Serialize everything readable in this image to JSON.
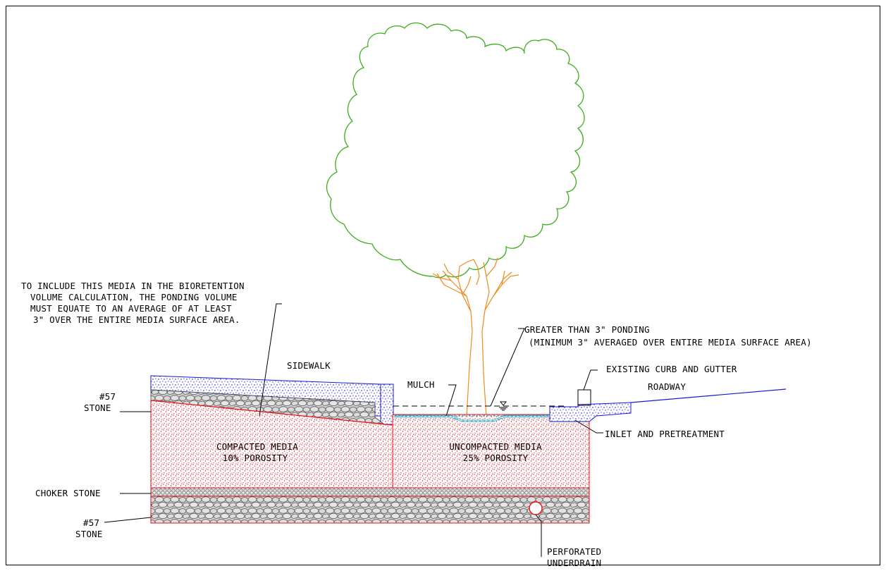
{
  "diagram": {
    "notes": {
      "media_note": [
        "TO INCLUDE THIS MEDIA IN THE BIORETENTION",
        "VOLUME CALCULATION, THE PONDING VOLUME",
        "MUST EQUATE TO AN AVERAGE OF AT LEAST",
        "3\" OVER THE ENTIRE MEDIA SURFACE AREA."
      ],
      "ponding": [
        "GREATER THAN 3\" PONDING",
        "(MINIMUM 3\" AVERAGED OVER ENTIRE MEDIA SURFACE AREA)"
      ]
    },
    "labels": {
      "sidewalk": "SIDEWALK",
      "mulch": "MULCH",
      "existing_curb": "EXISTING CURB AND GUTTER",
      "roadway": "ROADWAY",
      "inlet": "INLET AND PRETREATMENT",
      "stone_top": [
        "#57",
        "STONE"
      ],
      "stone_bottom": [
        "#57",
        "STONE"
      ],
      "choker": "CHOKER STONE",
      "compacted": [
        "COMPACTED MEDIA",
        "10% POROSITY"
      ],
      "uncompacted": [
        "UNCOMPACTED MEDIA",
        "25% POROSITY"
      ],
      "underdrain": [
        "PERFORATED",
        "UNDERDRAIN"
      ]
    },
    "colors": {
      "media": "#e8141b",
      "concrete_blue": "#1a1ad8",
      "tree_canopy": "#3cae1c",
      "tree_trunk": "#f08a1c",
      "stone": "#6d6d6d",
      "mulch": "#22a6c4"
    }
  }
}
